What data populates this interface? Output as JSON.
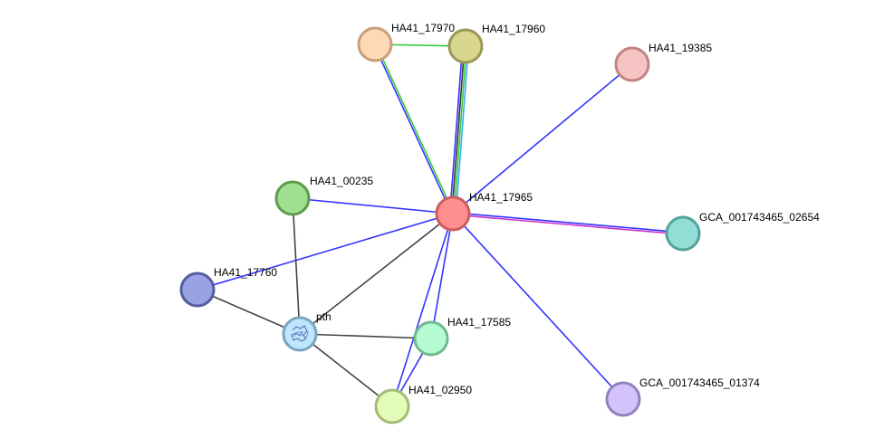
{
  "nodes": [
    {
      "id": "HA41_17965",
      "label": "HA41_17965",
      "fill": "#ff8f8f",
      "stroke": "#cc5c5c"
    },
    {
      "id": "HA41_17970",
      "label": "HA41_17970",
      "fill": "#ffd8b5",
      "stroke": "#c89f7c"
    },
    {
      "id": "HA41_17960",
      "label": "HA41_17960",
      "fill": "#d9d68e",
      "stroke": "#9a9856"
    },
    {
      "id": "HA41_19385",
      "label": "HA41_19385",
      "fill": "#f6c3c3",
      "stroke": "#c38383"
    },
    {
      "id": "HA41_00235",
      "label": "HA41_00235",
      "fill": "#9fdf8f",
      "stroke": "#5c9c4c"
    },
    {
      "id": "GCA_001743465_02654",
      "label": "GCA_001743465_02654",
      "fill": "#93ded6",
      "stroke": "#54a39b"
    },
    {
      "id": "HA41_17760",
      "label": "HA41_17760",
      "fill": "#99a2e3",
      "stroke": "#555e9e"
    },
    {
      "id": "pth",
      "label": "pth",
      "fill": "#bfe6ff",
      "stroke": "#79a5c1",
      "has_structure": true
    },
    {
      "id": "HA41_17585",
      "label": "HA41_17585",
      "fill": "#b5fcd2",
      "stroke": "#73b891"
    },
    {
      "id": "HA41_02950",
      "label": "HA41_02950",
      "fill": "#e3fcb8",
      "stroke": "#a3bd78"
    },
    {
      "id": "GCA_001743465_01374",
      "label": "GCA_001743465_01374",
      "fill": "#d4c2fa",
      "stroke": "#9181bd"
    }
  ],
  "edges": [
    {
      "source": "HA41_17970",
      "target": "HA41_17960",
      "colors": [
        "#33cc33"
      ]
    },
    {
      "source": "HA41_17965",
      "target": "HA41_17970",
      "colors": [
        "#3333ff",
        "#33cc33"
      ]
    },
    {
      "source": "HA41_17965",
      "target": "HA41_17960",
      "colors": [
        "#3333ff",
        "#333333",
        "#33cc33",
        "#33aaff"
      ]
    },
    {
      "source": "HA41_17965",
      "target": "HA41_19385",
      "colors": [
        "#3333ff"
      ]
    },
    {
      "source": "HA41_17965",
      "target": "GCA_001743465_02654",
      "colors": [
        "#3333ff",
        "#cc33cc"
      ]
    },
    {
      "source": "HA41_17965",
      "target": "HA41_00235",
      "colors": [
        "#3333ff"
      ]
    },
    {
      "source": "HA41_17965",
      "target": "HA41_17760",
      "colors": [
        "#3333ff"
      ]
    },
    {
      "source": "HA41_17965",
      "target": "pth",
      "colors": [
        "#444444"
      ]
    },
    {
      "source": "HA41_17965",
      "target": "HA41_17585",
      "colors": [
        "#3333ff"
      ]
    },
    {
      "source": "HA41_17965",
      "target": "HA41_02950",
      "colors": [
        "#3333ff"
      ]
    },
    {
      "source": "HA41_17965",
      "target": "GCA_001743465_01374",
      "colors": [
        "#3333ff"
      ]
    },
    {
      "source": "HA41_00235",
      "target": "pth",
      "colors": [
        "#444444"
      ]
    },
    {
      "source": "HA41_17760",
      "target": "pth",
      "colors": [
        "#444444"
      ]
    },
    {
      "source": "pth",
      "target": "HA41_17585",
      "colors": [
        "#444444"
      ]
    },
    {
      "source": "pth",
      "target": "HA41_02950",
      "colors": [
        "#444444"
      ]
    },
    {
      "source": "HA41_17585",
      "target": "HA41_02950",
      "colors": [
        "#3333ff"
      ]
    }
  ]
}
